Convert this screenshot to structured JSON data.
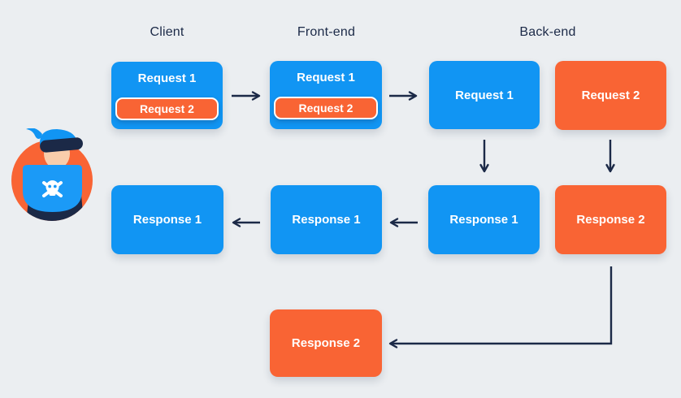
{
  "diagram": {
    "column_labels": {
      "client": "Client",
      "frontend": "Front-end",
      "backend": "Back-end"
    },
    "nodes": {
      "client_request_stack": {
        "outer_label": "Request 1",
        "nested_label": "Request 2"
      },
      "frontend_request_stack": {
        "outer_label": "Request 1",
        "nested_label": "Request 2"
      },
      "backend_request_1": {
        "label": "Request 1"
      },
      "backend_request_2": {
        "label": "Request 2"
      },
      "client_response_1": {
        "label": "Response 1"
      },
      "frontend_response_1": {
        "label": "Response 1"
      },
      "backend_response_1": {
        "label": "Response 1"
      },
      "backend_response_2": {
        "label": "Response 2"
      },
      "frontend_response_2": {
        "label": "Response 2"
      }
    },
    "edges": [
      {
        "from": "client_request_stack",
        "to": "frontend_request_stack"
      },
      {
        "from": "frontend_request_stack",
        "to": "backend_request_1"
      },
      {
        "from": "backend_request_1",
        "to": "backend_response_1"
      },
      {
        "from": "backend_request_2",
        "to": "backend_response_2"
      },
      {
        "from": "backend_response_1",
        "to": "frontend_response_1"
      },
      {
        "from": "frontend_response_1",
        "to": "client_response_1"
      },
      {
        "from": "backend_response_2",
        "to": "frontend_response_2"
      }
    ],
    "colors": {
      "background": "#ebeef1",
      "blue": "#1195f3",
      "orange": "#f96434",
      "navy": "#1b2947",
      "text_on_node": "#ffffff"
    },
    "icons": {
      "attacker": "hacker-avatar-icon",
      "laptop_badge": "skull-and-crossbones-icon"
    }
  }
}
